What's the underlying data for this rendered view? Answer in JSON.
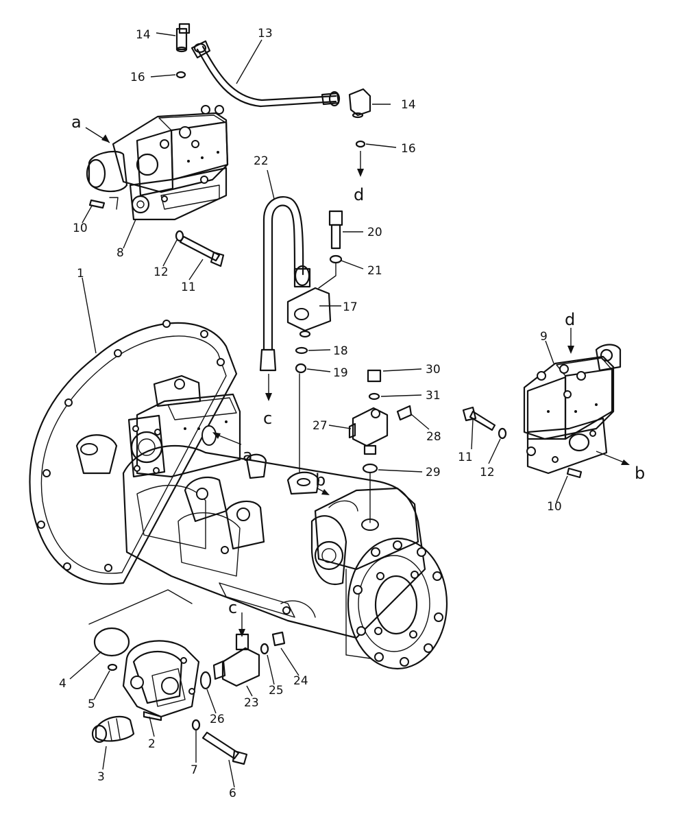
{
  "part_labels": {
    "p1": "1",
    "p2": "2",
    "p3": "3",
    "p4": "4",
    "p5": "5",
    "p6": "6",
    "p7": "7",
    "p8": "8",
    "p9": "9",
    "p10a": "10",
    "p10b": "10",
    "p11a": "11",
    "p11b": "11",
    "p12a": "12",
    "p12b": "12",
    "p13": "13",
    "p14a": "14",
    "p14b": "14",
    "p16a": "16",
    "p16b": "16",
    "p17": "17",
    "p18": "18",
    "p19": "19",
    "p20": "20",
    "p21": "21",
    "p22": "22",
    "p23": "23",
    "p24": "24",
    "p25": "25",
    "p26": "26",
    "p27": "27",
    "p28": "28",
    "p29": "29",
    "p30": "30",
    "p31": "31"
  },
  "connection_labels": {
    "a1": "a",
    "a2": "a",
    "b1": "b",
    "b2": "b",
    "c1": "c",
    "c2": "c",
    "d1": "d",
    "d2": "d"
  }
}
